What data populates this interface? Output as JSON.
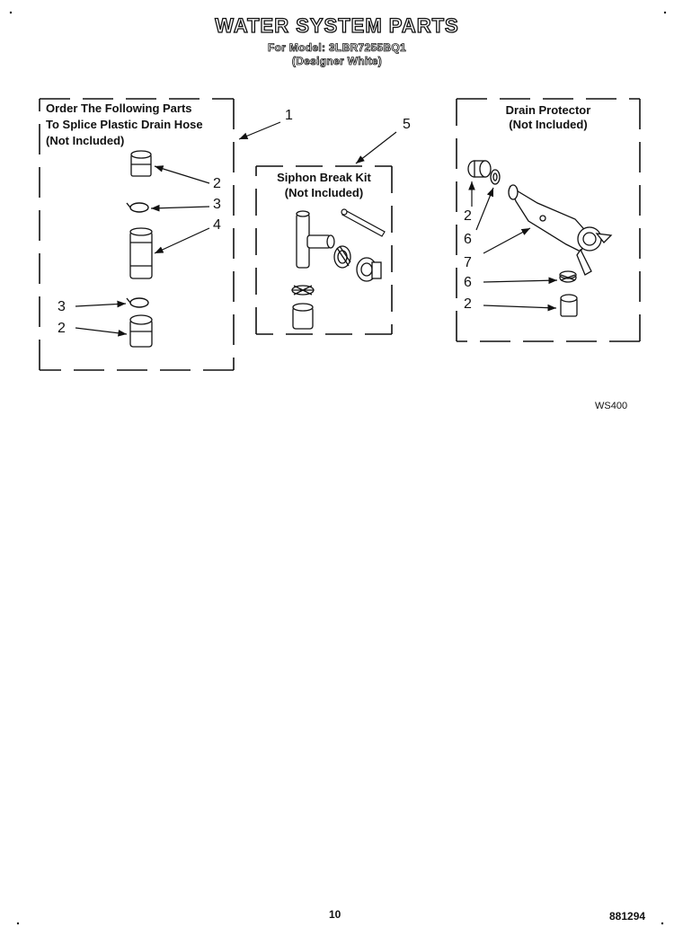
{
  "header": {
    "title": "WATER SYSTEM PARTS",
    "model_line": "For Model: 3LBR7255BQ1",
    "variant_line": "(Designer White)"
  },
  "groups": {
    "splice": {
      "lines": [
        "Order The Following Parts",
        "To Splice Plastic Drain Hose",
        "(Not Included)"
      ]
    },
    "siphon": {
      "lines": [
        "Siphon Break Kit",
        "(Not Included)"
      ]
    },
    "drain": {
      "lines": [
        "Drain Protector",
        "(Not Included)"
      ]
    }
  },
  "callouts": {
    "splice": [
      "1",
      "2",
      "3",
      "4",
      "3",
      "2"
    ],
    "siphon": [
      "5"
    ],
    "drain": [
      "2",
      "6",
      "7",
      "6",
      "2"
    ]
  },
  "diagram_code": "WS400",
  "footer": {
    "page_number": "10",
    "doc_number": "881294"
  }
}
